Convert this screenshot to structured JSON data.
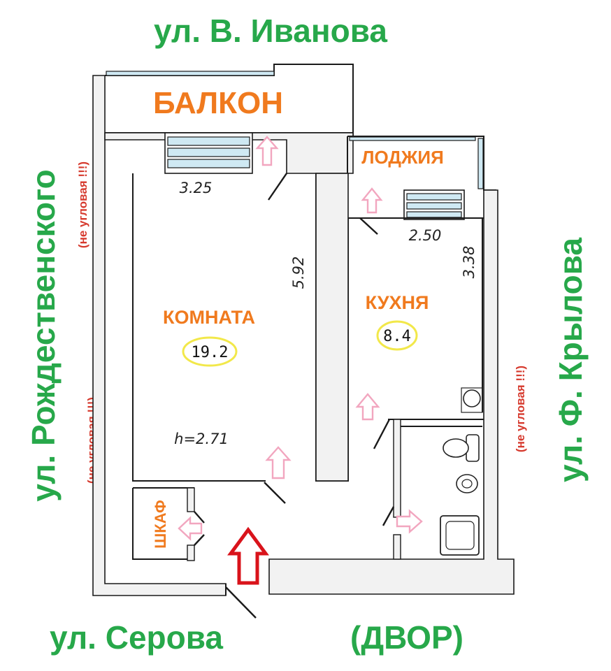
{
  "streets": {
    "top": "ул. В. Иванова",
    "left": "ул. Рождественского",
    "right": "ул. Ф. Крылова",
    "bottom": "ул. Серова",
    "yard": "(ДВОР)"
  },
  "notes": {
    "left_upper": "(не угловая !!!)",
    "left_lower": "(не угловая !!!)",
    "right": "(не угловая !!!)"
  },
  "rooms": {
    "balcony": "БАЛКОН",
    "loggia": "ЛОДЖИЯ",
    "living": "КОМНАТА",
    "kitchen": "КУХНЯ",
    "closet": "ШКАФ"
  },
  "areas": {
    "living": "19.2",
    "kitchen": "8.4"
  },
  "dimensions": {
    "living_width": "3.25",
    "living_length": "5.92",
    "ceiling_height": "h=2.71",
    "kitchen_width": "2.50",
    "kitchen_length": "3.38"
  },
  "colors": {
    "street_text": "#27a84a",
    "room_text": "#f07a1e",
    "note_text": "#d63a2e",
    "area_highlight": "#f2e84a",
    "entrance_arrow": "#d9131b",
    "direction_arrows": "#f2a6bf",
    "glazing": "#cfe9f3"
  }
}
